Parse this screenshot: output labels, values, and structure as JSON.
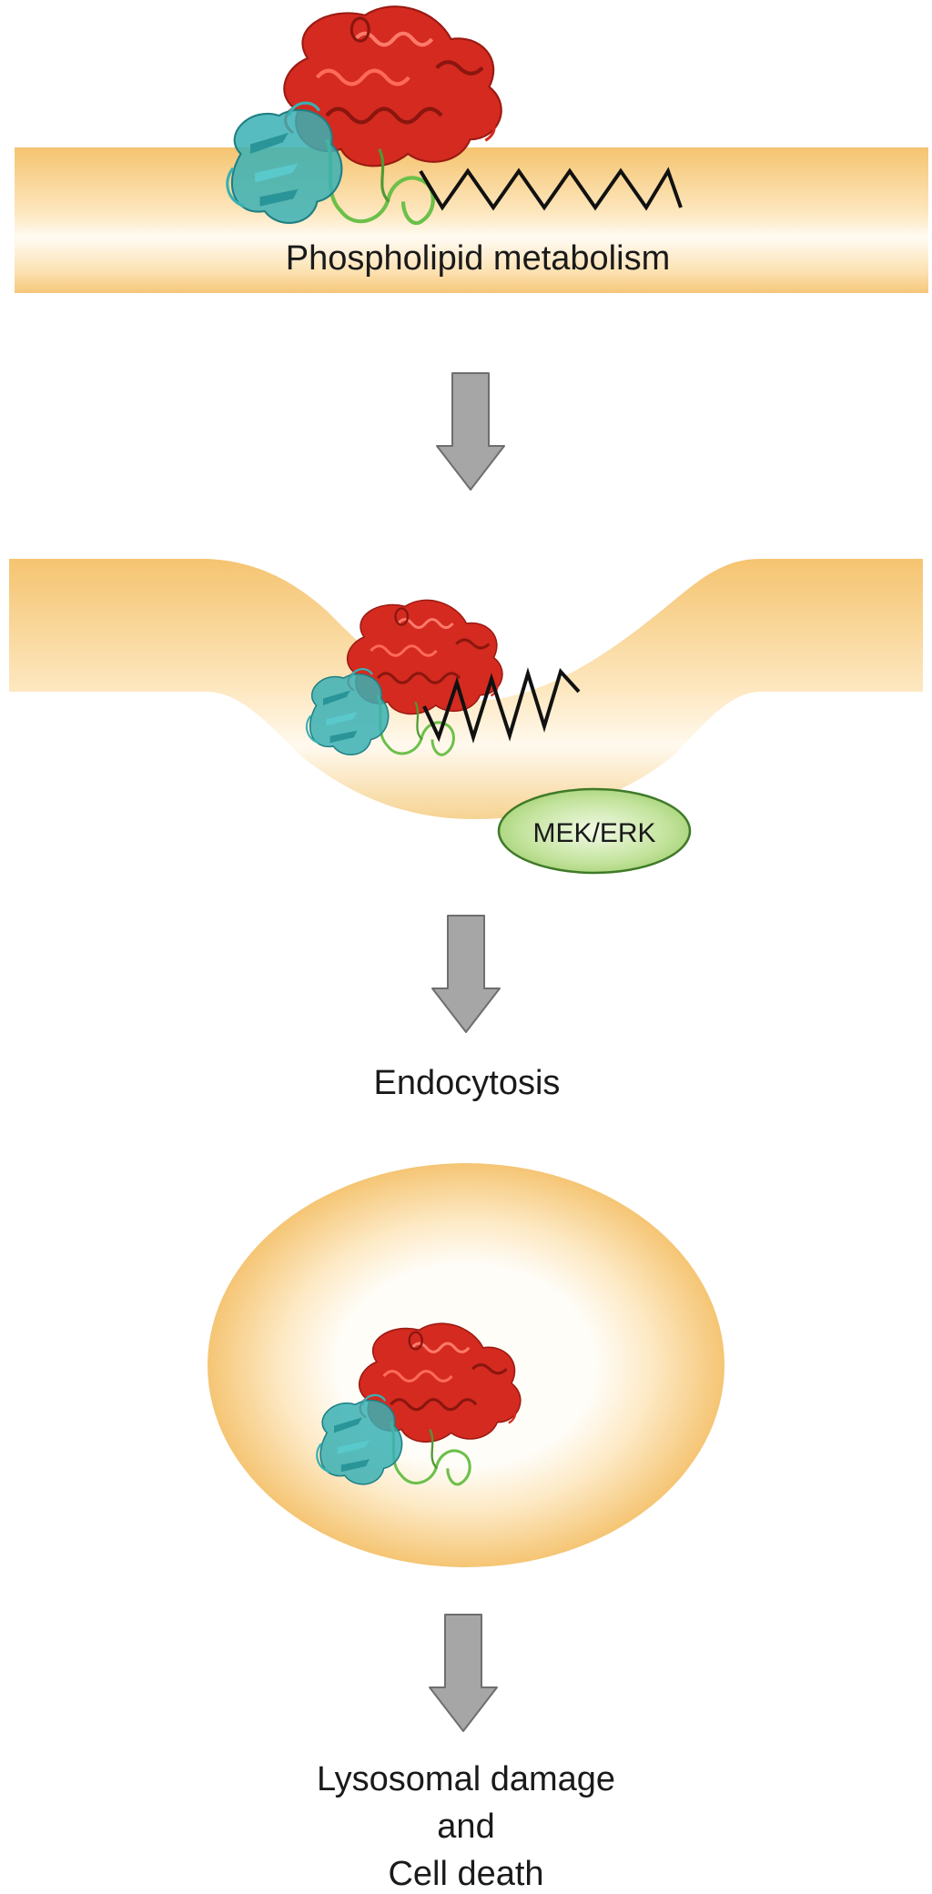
{
  "labels": {
    "phospholipid": "Phospholipid metabolism",
    "mek_erk": "MEK/ERK",
    "endocytosis": "Endocytosis",
    "lysosomal_line1": "Lysosomal damage",
    "lysosomal_line2": "and",
    "lysosomal_line3": "Cell death"
  },
  "colors": {
    "membrane": "#f5c87a",
    "membrane_light": "#fffaf0",
    "protein_red": "#d42a20",
    "protein_cyan": "#3ab0b4",
    "protein_green": "#6cc04a",
    "kinase_fill": "#bfe09a",
    "kinase_stroke": "#3f7a28",
    "arrow_fill": "#a6a6a6",
    "arrow_stroke": "#6e6e6e",
    "lipid_tail": "#111111"
  },
  "icons": [
    "protein-structure-icon",
    "down-arrow-icon",
    "lipid-chain-icon"
  ]
}
